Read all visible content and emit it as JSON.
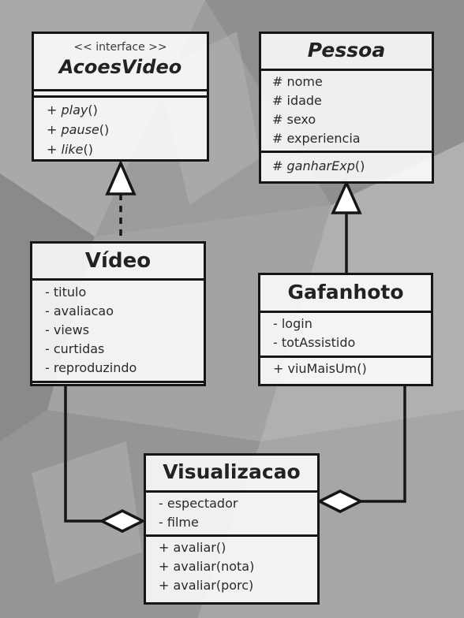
{
  "colors": {
    "border": "#161616",
    "box_fill": "#ffffff",
    "text": "#2a2a2a",
    "background": "#9a9a9a"
  },
  "classes": {
    "acoes_video": {
      "stereotype": "<< interface >>",
      "name": "AcoesVideo",
      "attributes": [],
      "operations": [
        {
          "vis": "+",
          "name": "play",
          "params": "()"
        },
        {
          "vis": "+",
          "name": "pause",
          "params": "()"
        },
        {
          "vis": "+",
          "name": "like",
          "params": "()"
        }
      ]
    },
    "pessoa": {
      "name": "Pessoa",
      "attributes": [
        "# nome",
        "# idade",
        "# sexo",
        "# experiencia"
      ],
      "operations": [
        {
          "vis": "#",
          "name": "ganharExp",
          "params": "()"
        }
      ]
    },
    "video": {
      "name": "Vídeo",
      "attributes": [
        "- titulo",
        "- avaliacao",
        "- views",
        "- curtidas",
        "- reproduzindo"
      ],
      "operations": []
    },
    "gafanhoto": {
      "name": "Gafanhoto",
      "attributes": [
        "- login",
        "- totAssistido"
      ],
      "operations": [
        "+ viuMaisUm()"
      ]
    },
    "visualizacao": {
      "name": "Visualizacao",
      "attributes": [
        "- espectador",
        "- filme"
      ],
      "operations": [
        "+ avaliar()",
        "+ avaliar(nota)",
        "+ avaliar(porc)"
      ]
    }
  },
  "relations": [
    {
      "type": "realization",
      "from": "video",
      "to": "acoes_video"
    },
    {
      "type": "generalization",
      "from": "gafanhoto",
      "to": "pessoa"
    },
    {
      "type": "aggregation",
      "whole": "visualizacao",
      "part": "video"
    },
    {
      "type": "aggregation",
      "whole": "visualizacao",
      "part": "gafanhoto"
    }
  ]
}
